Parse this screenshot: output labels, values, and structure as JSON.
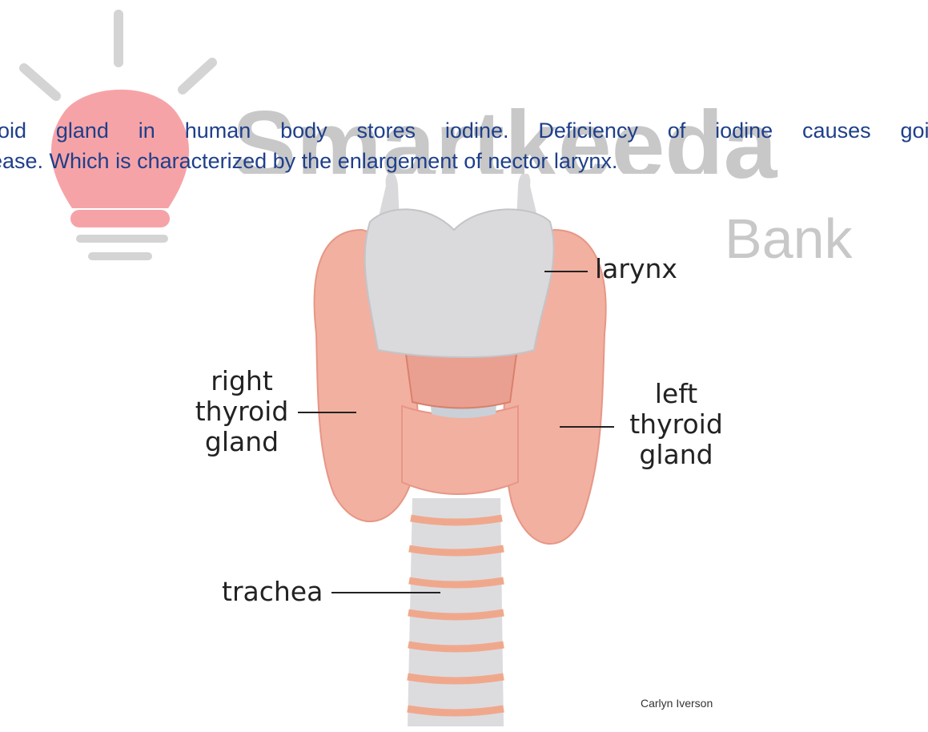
{
  "paragraph": {
    "line1": "roid gland in human body stores iodine. Deficiency of iodine causes goit",
    "line2": "ease. Which is characterized by the enlargement of nector larynx."
  },
  "watermark": {
    "brand": "Smartkeeda",
    "sub": "Bank"
  },
  "diagram": {
    "labels": {
      "larynx": "larynx",
      "right_l1": "right",
      "right_l2": "thyroid",
      "right_l3": "gland",
      "left_l1": "left",
      "left_l2": "thyroid",
      "left_l3": "gland",
      "trachea": "trachea"
    },
    "credit": "Carlyn Iverson"
  },
  "colors": {
    "text": "#1e3f8a",
    "watermark_gray": "#c8c8c8",
    "bulb_pink": "#f6a3a8",
    "thyroid": "#f2b0a0",
    "cartilage": "#d9d9dc"
  }
}
